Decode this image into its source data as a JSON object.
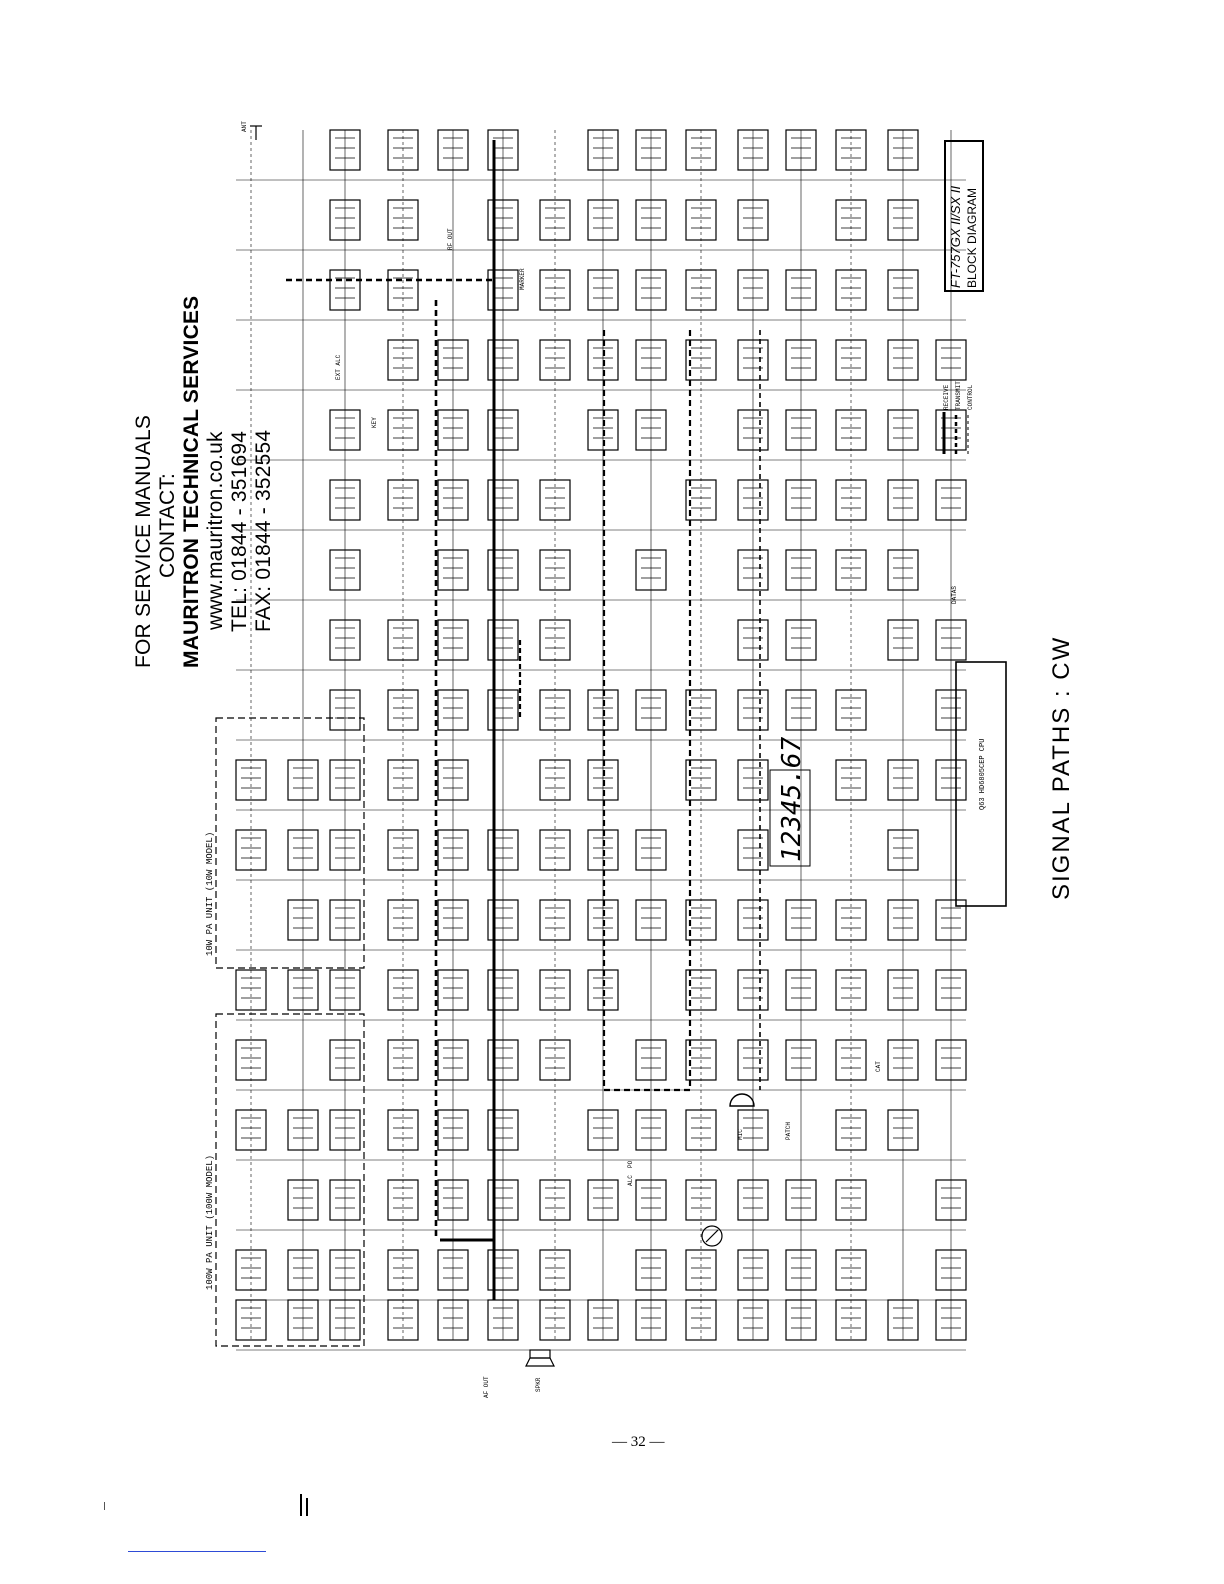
{
  "contact": {
    "line1": "FOR SERVICE MANUALS",
    "line2": "CONTACT:",
    "line3": "MAURITRON TECHNICAL SERVICES",
    "line4": "www.mauritron.co.uk",
    "line5": "TEL: 01844 - 351694",
    "line6": "FAX: 01844 - 352554"
  },
  "title": {
    "model": "FT-757GX II/SX II",
    "subtitle": "BLOCK DIAGRAM"
  },
  "signal_paths": "SIGNAL PATHS : CW",
  "page_number": "— 32 —",
  "labels": {
    "pa_100w": "100W PA UNIT (100W MODEL)",
    "pa_10w": "10W PA UNIT (10W MODEL)",
    "display": "12345.67",
    "cpu": "Q63 HD6805CEP CPU",
    "legend_receive": "RECEIVE",
    "legend_transmit": "TRANSMIT",
    "legend_control": "CONTROL",
    "ant": "ANT",
    "mic": "MIC",
    "patch": "PATCH",
    "spkr": "SPKR",
    "af_out": "AF OUT",
    "cat": "CAT",
    "alc": "ALC",
    "po": "PO",
    "datas": "DATAS",
    "marker": "MARKER",
    "ext_alc": "EXT ALC",
    "key": "KEY",
    "rf_out": "RF OUT"
  }
}
